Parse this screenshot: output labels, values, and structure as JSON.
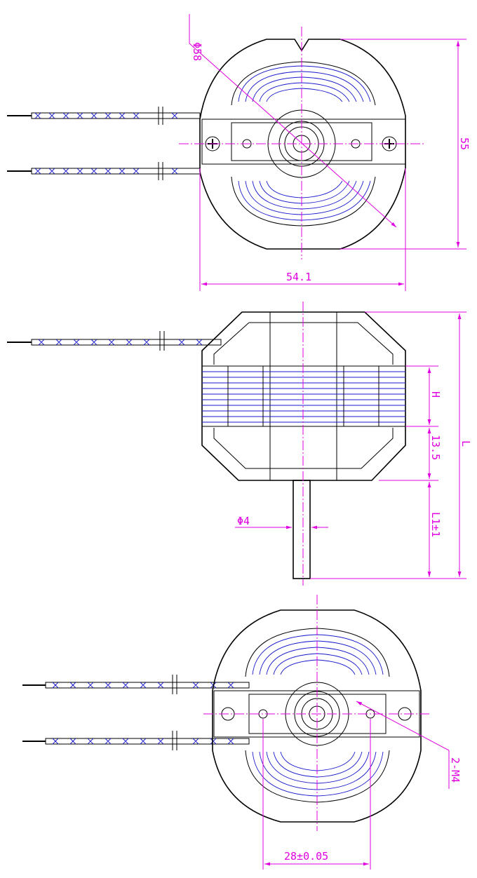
{
  "drawing": {
    "front_view": {
      "diameter_label": "Φ58",
      "height_label": "55",
      "width_label": "54.1"
    },
    "side_view": {
      "stack_label": "H",
      "gap_label": "13.5",
      "length_label": "L",
      "shaft_ext_label": "L1±1",
      "shaft_dia_label": "Φ4"
    },
    "rear_view": {
      "thread_label": "2-M4",
      "spacing_label": "28±0.05"
    }
  },
  "colors": {
    "dimension": "#e000e0",
    "coil": "#1a1acc",
    "outline": "#000000"
  }
}
